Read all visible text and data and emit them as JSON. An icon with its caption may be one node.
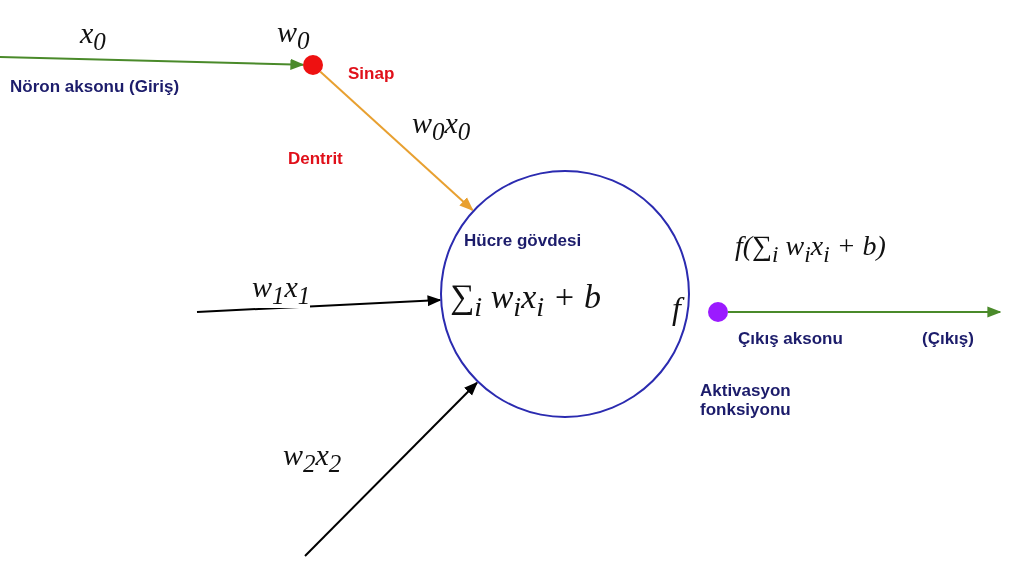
{
  "diagram": {
    "nodes": [
      {
        "text": [
          "Hücre gövdesi",
          "∑$_{i}$ w$_{i}$x$_{i}$ + b",
          "f"
        ]
      },
      {
        "text": [],
        "shape": "circle",
        "beside": [
          "w$_{0}$",
          "Sinap"
        ]
      },
      {
        "text": [],
        "shape": "circle"
      }
    ],
    "edges": [
      {
        "from": null,
        "to": 1,
        "arrow": "to",
        "label": "x$_{0}$",
        "color": "#4a8a2a"
      },
      {
        "from": 1,
        "to": 0,
        "arrow": "to",
        "label": "w$_{0}$x$_{0}$",
        "color": "#e8a030"
      },
      {
        "from": null,
        "to": 0,
        "arrow": "to",
        "label": "w$_{1}$x$_{1}$",
        "color": "#000000"
      },
      {
        "from": null,
        "to": 0,
        "arrow": "to",
        "label": "w$_{2}$x$_{2}$",
        "color": "#000000"
      },
      {
        "from": 2,
        "to": null,
        "arrow": "to",
        "label": "f(∑$_{i}$ w$_{i}$x$_{i}$ + b)",
        "color": "#4a8a2a"
      }
    ],
    "labels": [
      "Nöron aksonu (Giriş)",
      "Dentrit",
      "Çıkış aksonu",
      "(Çıkış)",
      "Aktivasyon fonksiyonu"
    ]
  }
}
